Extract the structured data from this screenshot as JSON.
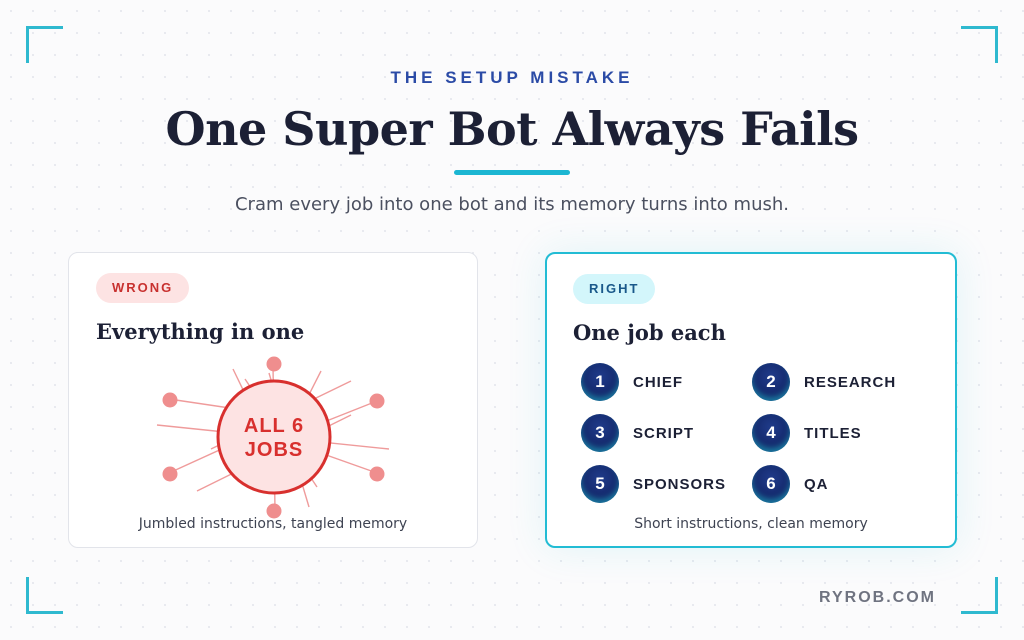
{
  "header": {
    "eyebrow": "THE SETUP MISTAKE",
    "title": "One Super Bot Always Fails",
    "subtitle": "Cram every job into one bot and its memory turns into mush."
  },
  "wrong_card": {
    "badge": "WRONG",
    "heading": "Everything in one",
    "hub_line1": "ALL 6",
    "hub_line2": "JOBS",
    "caption": "Jumbled instructions, tangled memory"
  },
  "right_card": {
    "badge": "RIGHT",
    "heading": "One job each",
    "jobs": [
      {
        "num": "1",
        "label": "CHIEF"
      },
      {
        "num": "2",
        "label": "RESEARCH"
      },
      {
        "num": "3",
        "label": "SCRIPT"
      },
      {
        "num": "4",
        "label": "TITLES"
      },
      {
        "num": "5",
        "label": "SPONSORS"
      },
      {
        "num": "6",
        "label": "QA"
      }
    ],
    "caption": "Short instructions, clean memory"
  },
  "brand": "RYROB.COM",
  "colors": {
    "accent": "#22bcd4",
    "wrong": "#d8302e",
    "navy": "#152a6e"
  }
}
